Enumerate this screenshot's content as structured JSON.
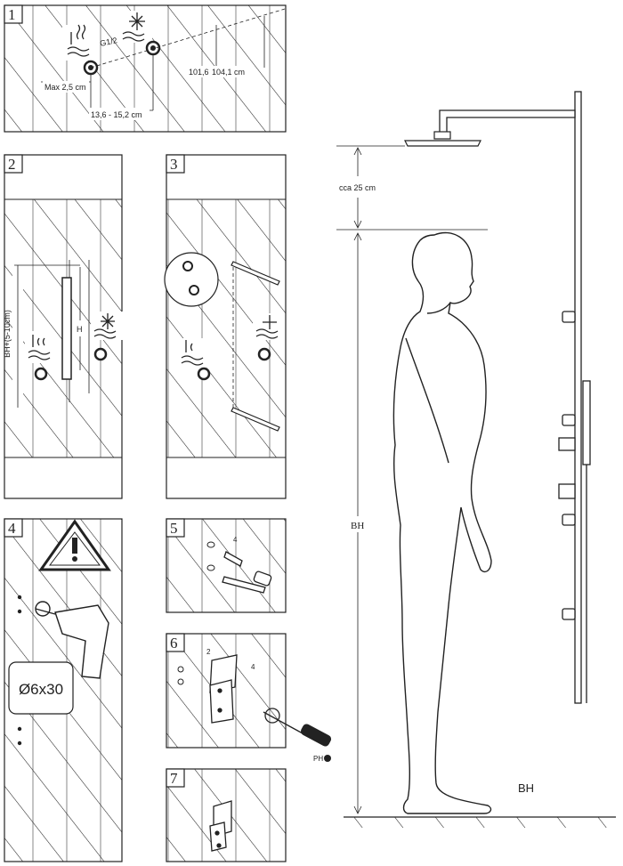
{
  "panels": [
    {
      "id": "1",
      "number": "1"
    },
    {
      "id": "2",
      "number": "2"
    },
    {
      "id": "3",
      "number": "3"
    },
    {
      "id": "4",
      "number": "4"
    },
    {
      "id": "5",
      "number": "5"
    },
    {
      "id": "6",
      "number": "6"
    },
    {
      "id": "7",
      "number": "7"
    }
  ],
  "panel1": {
    "thread_label": "G1/2",
    "max_label": "Max 2,5 cm",
    "dim_a": "101,6",
    "dim_b": "104,1 cm",
    "spacing_label": "13,6 - 15,2 cm"
  },
  "panel2": {
    "height_label": "BH+(5-10cm)",
    "h_label": "H"
  },
  "panel4": {
    "drill_label": "Ø6x30"
  },
  "panel5": {
    "callout": "4"
  },
  "panel6": {
    "callout_a": "2",
    "callout_b": "4",
    "tool_label": "PH"
  },
  "figure": {
    "clearance_label": "cca 25 cm",
    "bh_dimension_label": "BH",
    "bh_label": "BH"
  },
  "colors": {
    "line": "#222222",
    "hatch": "#222222",
    "background": "#ffffff"
  }
}
